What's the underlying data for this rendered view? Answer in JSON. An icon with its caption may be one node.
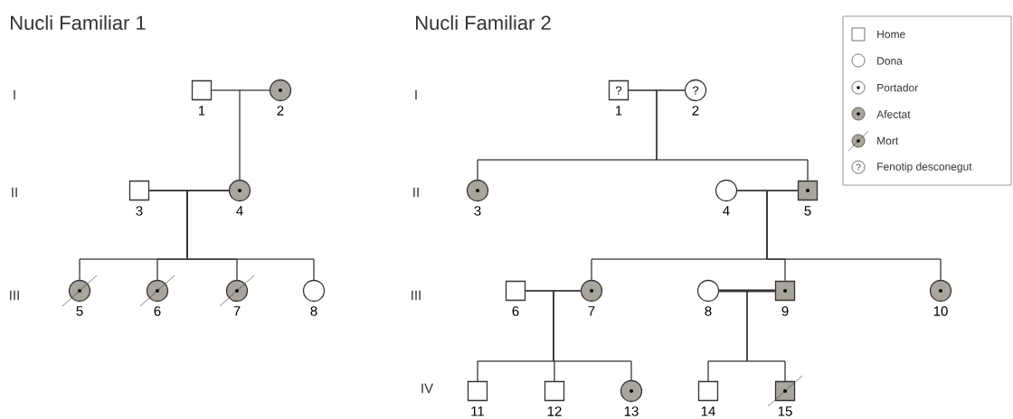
{
  "diagram": {
    "nodes": [
      {
        "text": [],
        "shape": "box",
        "beside": [
          "1"
        ]
      },
      {
        "text": [],
        "shape": "circle",
        "beside": [
          "2"
        ]
      },
      {
        "text": [],
        "shape": "box",
        "beside": [
          "3"
        ]
      },
      {
        "text": [],
        "shape": "circle",
        "beside": [
          "4"
        ]
      },
      {
        "text": [],
        "shape": "circle",
        "beside": [
          "5"
        ]
      },
      {
        "text": [],
        "shape": "circle",
        "beside": [
          "6"
        ]
      },
      {
        "text": [],
        "shape": "circle",
        "beside": [
          "7"
        ]
      },
      {
        "text": [],
        "shape": "circle",
        "beside": [
          "8"
        ]
      },
      {
        "text": [
          "?"
        ],
        "beside": [
          "1"
        ]
      },
      {
        "text": [
          "?"
        ],
        "beside": [
          "2"
        ]
      },
      {
        "text": [],
        "shape": "circle",
        "beside": [
          "3"
        ]
      },
      {
        "text": [],
        "shape": "circle",
        "beside": [
          "4"
        ]
      },
      {
        "text": [],
        "shape": "box",
        "beside": [
          "5"
        ]
      },
      {
        "text": [],
        "shape": "box",
        "beside": [
          "6"
        ]
      },
      {
        "text": [],
        "shape": "circle",
        "beside": [
          "7"
        ]
      },
      {
        "text": [],
        "shape": "circle",
        "beside": [
          "8"
        ]
      },
      {
        "text": [],
        "shape": "box",
        "beside": [
          "9"
        ]
      },
      {
        "text": [],
        "shape": "circle",
        "beside": [
          "10"
        ]
      },
      {
        "text": [],
        "shape": "box",
        "beside": [
          "11"
        ]
      },
      {
        "text": [],
        "shape": "box",
        "beside": [
          "12"
        ]
      },
      {
        "text": [],
        "shape": "circle",
        "beside": [
          "13"
        ]
      },
      {
        "text": [],
        "shape": "box",
        "beside": [
          "14"
        ]
      },
      {
        "text": [],
        "shape": "box",
        "beside": [
          "15"
        ]
      }
    ],
    "edges": [
      {
        "from": 0,
        "to": 1,
        "arrow": "none"
      },
      {
        "from": 0,
        "to": 3,
        "arrow": "none"
      },
      {
        "from": 1,
        "to": 3,
        "arrow": "none"
      },
      {
        "from": 2,
        "to": 3,
        "arrow": "none"
      },
      {
        "from": 2,
        "to": 4,
        "arrow": "none"
      },
      {
        "from": 3,
        "to": 4,
        "arrow": "none"
      },
      {
        "from": 2,
        "to": 5,
        "arrow": "none"
      },
      {
        "from": 3,
        "to": 5,
        "arrow": "none"
      },
      {
        "from": 2,
        "to": 6,
        "arrow": "none"
      },
      {
        "from": 3,
        "to": 6,
        "arrow": "none"
      },
      {
        "from": 2,
        "to": 7,
        "arrow": "none"
      },
      {
        "from": 3,
        "to": 7,
        "arrow": "none"
      },
      {
        "from": 8,
        "to": 9,
        "arrow": "none"
      },
      {
        "from": 8,
        "to": 10,
        "arrow": "none"
      },
      {
        "from": 9,
        "to": 10,
        "arrow": "none"
      },
      {
        "from": 8,
        "to": 12,
        "arrow": "none"
      },
      {
        "from": 9,
        "to": 12,
        "arrow": "none"
      },
      {
        "from": 11,
        "to": 12,
        "arrow": "none"
      },
      {
        "from": 11,
        "to": 14,
        "arrow": "none"
      },
      {
        "from": 12,
        "to": 14,
        "arrow": "none"
      },
      {
        "from": 11,
        "to": 16,
        "arrow": "none"
      },
      {
        "from": 12,
        "to": 16,
        "arrow": "none"
      },
      {
        "from": 11,
        "to": 17,
        "arrow": "none"
      },
      {
        "from": 12,
        "to": 17,
        "arrow": "none"
      },
      {
        "from": 13,
        "to": 14,
        "arrow": "none"
      },
      {
        "from": 13,
        "to": 18,
        "arrow": "none"
      },
      {
        "from": 14,
        "to": 18,
        "arrow": "none"
      },
      {
        "from": 13,
        "to": 19,
        "arrow": "none"
      },
      {
        "from": 14,
        "to": 19,
        "arrow": "none"
      },
      {
        "from": 13,
        "to": 20,
        "arrow": "none"
      },
      {
        "from": 14,
        "to": 20,
        "arrow": "none"
      },
      {
        "from": 15,
        "to": 16,
        "arrow": "none",
        "style": "thick"
      },
      {
        "from": 15,
        "to": 21,
        "arrow": "none"
      },
      {
        "from": 16,
        "to": 21,
        "arrow": "none"
      },
      {
        "from": 15,
        "to": 22,
        "arrow": "none"
      },
      {
        "from": 16,
        "to": 22,
        "arrow": "none"
      }
    ],
    "labels": [
      "Nucli Familiar 1",
      "Nucli Familiar 2",
      "I",
      "II",
      "III",
      "I",
      "II",
      "III",
      "IV",
      "?"
    ],
    "legend": [
      {
        "text": "Home"
      },
      {
        "text": "Dona"
      },
      {
        "text": "Portador"
      },
      {
        "text": "Afectat"
      },
      {
        "text": "Mort"
      },
      {
        "text": "Fenotip desconegut"
      }
    ]
  }
}
